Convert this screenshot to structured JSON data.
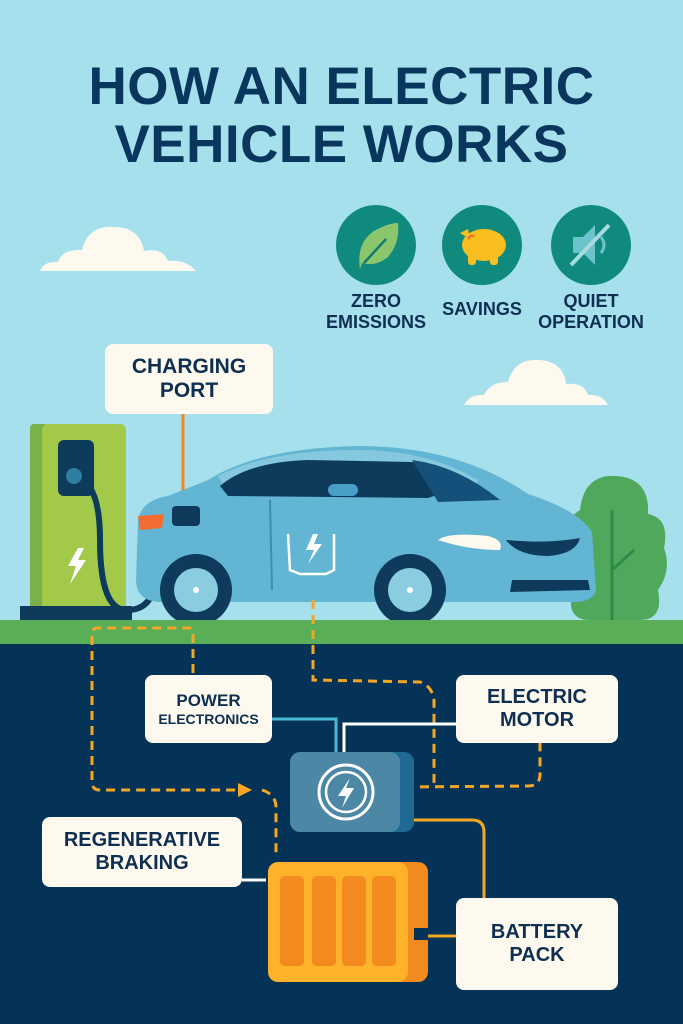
{
  "title": {
    "line1": "HOW AN ELECTRIC",
    "line2": "VEHICLE WORKS"
  },
  "benefits": [
    {
      "icon": "leaf-icon",
      "line1": "ZERO",
      "line2": "EMISSIONS"
    },
    {
      "icon": "piggy-bank-icon",
      "line1": "SAVINGS",
      "line2": ""
    },
    {
      "icon": "muted-speaker-icon",
      "line1": "QUIET",
      "line2": "OPERATION"
    }
  ],
  "labels": {
    "charging_port": {
      "line1": "CHARGING",
      "line2": "PORT"
    },
    "power_electronics": {
      "line1": "POWER",
      "line2": "ELECTRONICS"
    },
    "electric_motor": {
      "line1": "ELECTRIC",
      "line2": "MOTOR"
    },
    "regenerative_braking": {
      "line1": "REGENERATIVE",
      "line2": "BRAKING"
    },
    "battery_pack": {
      "line1": "BATTERY",
      "line2": "PACK"
    }
  },
  "colors": {
    "sky": "#A6E0EC",
    "title": "#08365C",
    "ground": "#5AAE57",
    "underground": "#053358",
    "accent_orange": "#F5A623",
    "teal_circle": "#118A7E",
    "label_bg": "#FDF9EE",
    "car_body": "#62B6D3",
    "charger_green": "#9CC54A"
  }
}
